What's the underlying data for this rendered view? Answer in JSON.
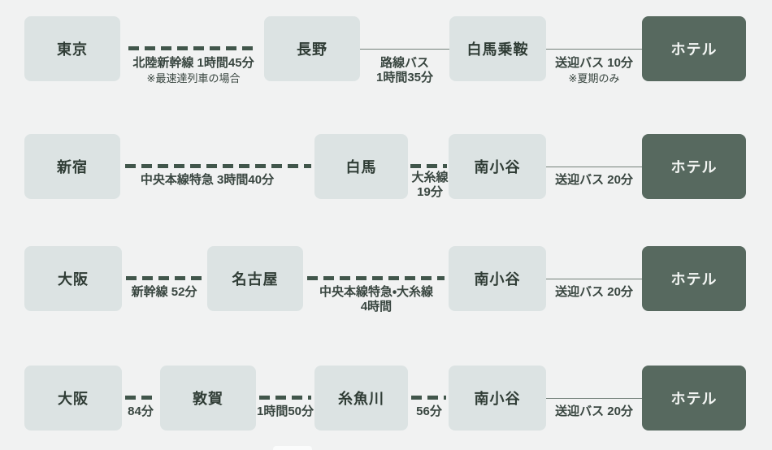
{
  "palette": {
    "bg": "#f1f2f2",
    "box_bg": "#dce3e3",
    "box_text": "#2f3c35",
    "hotel_bg": "#57695f",
    "hotel_text": "#f5f7f5",
    "dash": "#41564b",
    "line": "#74817a",
    "label": "#394640"
  },
  "routes": [
    {
      "stops": [
        "東京",
        "長野",
        "白馬乗鞍",
        "ホテル"
      ],
      "segments": [
        {
          "type": "dashed",
          "label": "北陸新幹線 1時間45分",
          "note": "※最速達列車の場合"
        },
        {
          "type": "solid",
          "label": "路線バス",
          "label2": "1時間35分"
        },
        {
          "type": "solid",
          "label": "送迎バス 10分",
          "note": "※夏期のみ"
        }
      ]
    },
    {
      "stops": [
        "新宿",
        "白馬",
        "南小谷",
        "ホテル"
      ],
      "segments": [
        {
          "type": "dashed",
          "label": "中央本線特急 3時間40分"
        },
        {
          "type": "dashed",
          "label": "大糸線",
          "label2": "19分"
        },
        {
          "type": "solid",
          "label": "送迎バス 20分"
        }
      ]
    },
    {
      "stops": [
        "大阪",
        "名古屋",
        "南小谷",
        "ホテル"
      ],
      "segments": [
        {
          "type": "dashed",
          "label": "新幹線 52分"
        },
        {
          "type": "dashed",
          "label": "中央本線特急・大糸線",
          "label2": "4時間"
        },
        {
          "type": "solid",
          "label": "送迎バス 20分"
        }
      ]
    },
    {
      "stops": [
        "大阪",
        "敦賀",
        "糸魚川",
        "南小谷",
        "ホテル"
      ],
      "segments": [
        {
          "type": "dashed",
          "label": "84分"
        },
        {
          "type": "dashed",
          "label": "1時間50分"
        },
        {
          "type": "dashed",
          "label": "56分"
        },
        {
          "type": "solid",
          "label": "送迎バス 20分"
        }
      ]
    }
  ]
}
